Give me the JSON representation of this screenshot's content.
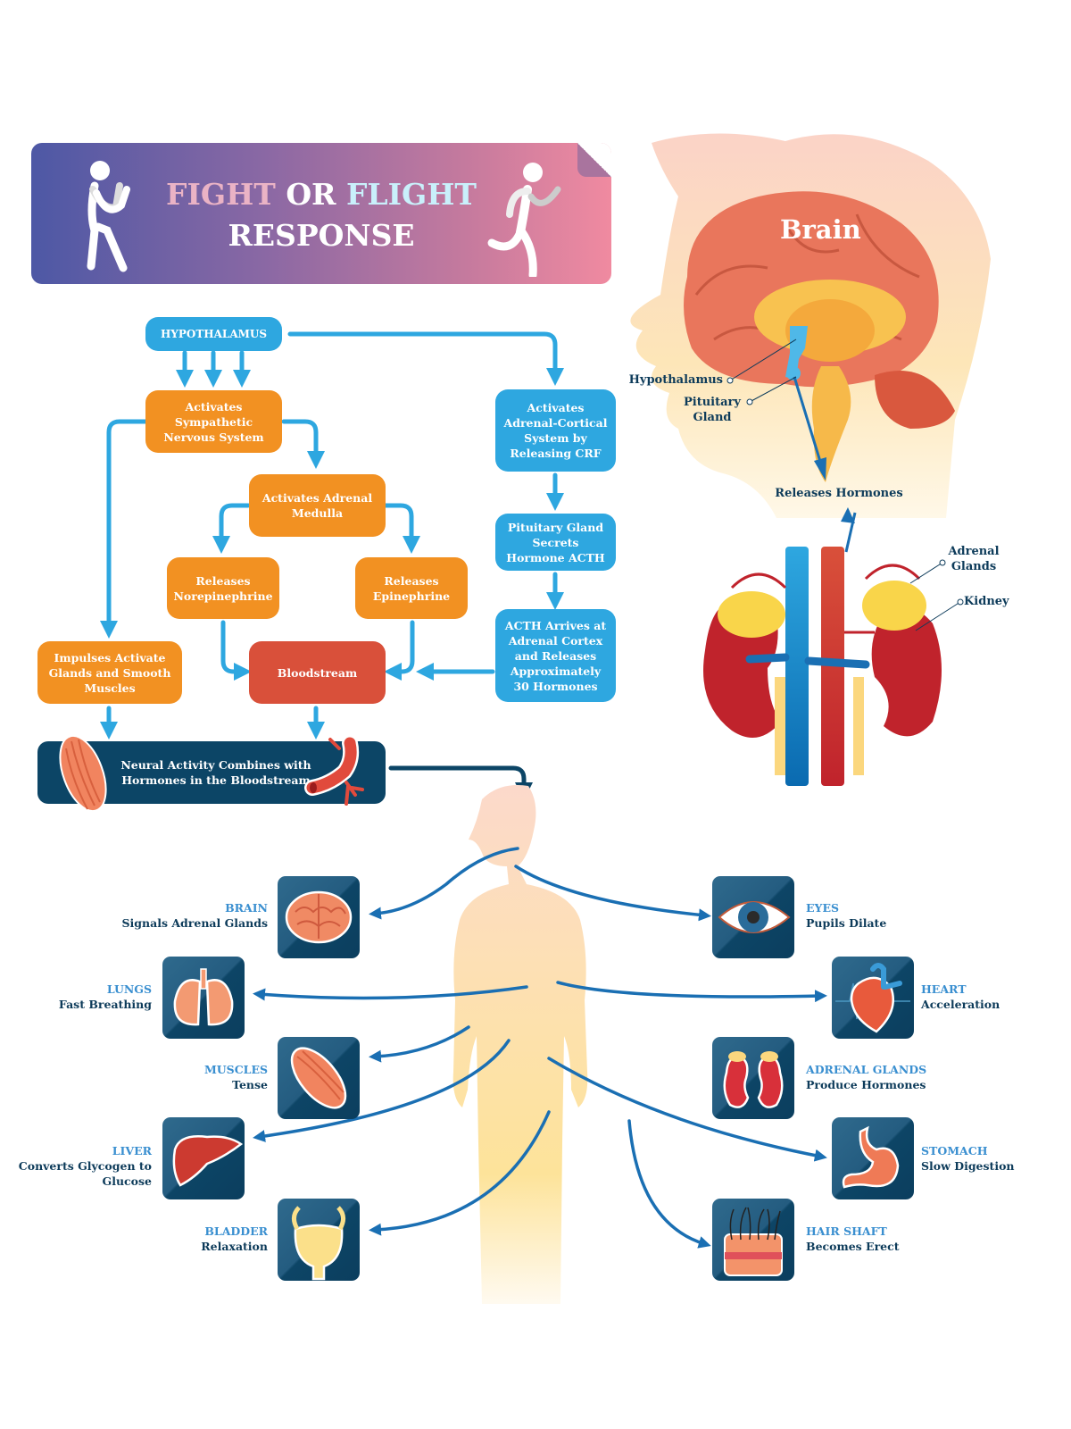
{
  "title": {
    "word1": "FIGHT",
    "word2": "OR",
    "word3": "FLIGHT",
    "line2": "RESPONSE",
    "colors": {
      "gradient_start": "#4d58a5",
      "gradient_end": "#f08aa0",
      "fight": "#eab3c5",
      "flight": "#c9f0fb"
    }
  },
  "flowchart": {
    "hypothalamus": "HYPOTHALAMUS",
    "sympathetic": "Activates Sympathetic Nervous System",
    "adrenal_medulla": "Activates Adrenal Medulla",
    "norepinephrine": "Releases Norepinephrine",
    "epinephrine": "Releases Epinephrine",
    "impulses": "Impulses Activate Glands and Smooth Muscles",
    "bloodstream": "Bloodstream",
    "adrenal_cortical": "Activates Adrenal-Cortical System by Releasing CRF",
    "pituitary": "Pituitary Gland Secrets Hormone ACTH",
    "acth": "ACTH Arrives at Adrenal Cortex and Releases Approximately 30 Hormones",
    "neural": "Neural Activity Combines with Hormones in the Bloodstream",
    "colors": {
      "blue": "#2ea7e0",
      "orange": "#f29122",
      "red": "#d9503a",
      "navy": "#0c4566",
      "arrow": "#2ea7e0"
    }
  },
  "anatomy": {
    "brain_label": "Brain",
    "hypothalamus_label": "Hypothalamus",
    "pituitary_label": "Pituitary Gland",
    "releases_label": "Releases Hormones",
    "adrenal_label": "Adrenal Glands",
    "kidney_label": "Kidney"
  },
  "organs": {
    "left": [
      {
        "title": "BRAIN",
        "desc": "Signals Adrenal Glands",
        "icon": "brain-icon"
      },
      {
        "title": "LUNGS",
        "desc": "Fast Breathing",
        "icon": "lungs-icon"
      },
      {
        "title": "MUSCLES",
        "desc": "Tense",
        "icon": "muscle-icon"
      },
      {
        "title": "LIVER",
        "desc": "Converts Glycogen to Glucose",
        "icon": "liver-icon"
      },
      {
        "title": "BLADDER",
        "desc": "Relaxation",
        "icon": "bladder-icon"
      }
    ],
    "right": [
      {
        "title": "EYES",
        "desc": "Pupils Dilate",
        "icon": "eye-icon"
      },
      {
        "title": "HEART",
        "desc": "Acceleration",
        "icon": "heart-icon"
      },
      {
        "title": "ADRENAL GLANDS",
        "desc": "Produce Hormones",
        "icon": "adrenal-glands-icon"
      },
      {
        "title": "STOMACH",
        "desc": "Slow Digestion",
        "icon": "stomach-icon"
      },
      {
        "title": "HAIR SHAFT",
        "desc": "Becomes Erect",
        "icon": "hair-shaft-icon"
      }
    ]
  }
}
